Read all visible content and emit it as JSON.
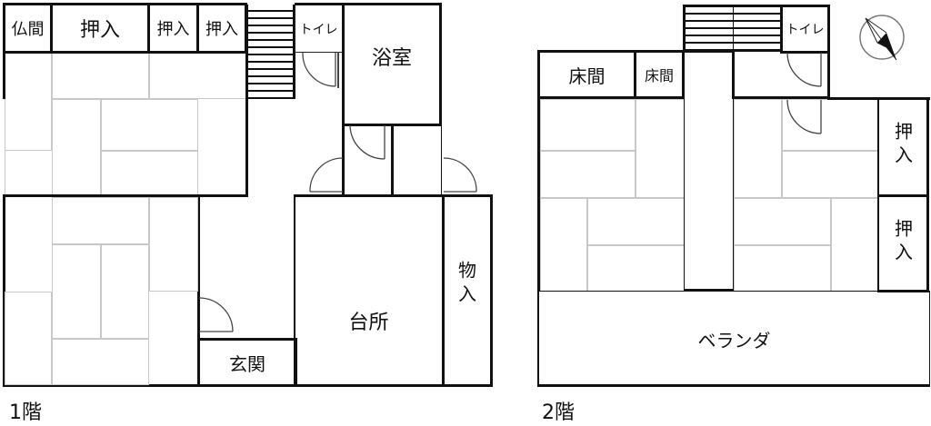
{
  "floor1": {
    "title": "1階",
    "rooms": {
      "butsuma": "仏間",
      "oshiire_large": "押入",
      "oshiire_a": "押入",
      "oshiire_b": "押入",
      "toilet": "トイレ",
      "bath": "浴室",
      "genkan": "玄関",
      "kitchen": "台所",
      "storage": "物入"
    }
  },
  "floor2": {
    "title": "2階",
    "rooms": {
      "tokonoma_a": "床間",
      "tokonoma_b": "床間",
      "toilet": "トイレ",
      "oshiire_a": "押入",
      "oshiire_b": "押入",
      "veranda": "ベランダ"
    }
  },
  "compass": {
    "icon": "north-arrow-compass-icon"
  }
}
